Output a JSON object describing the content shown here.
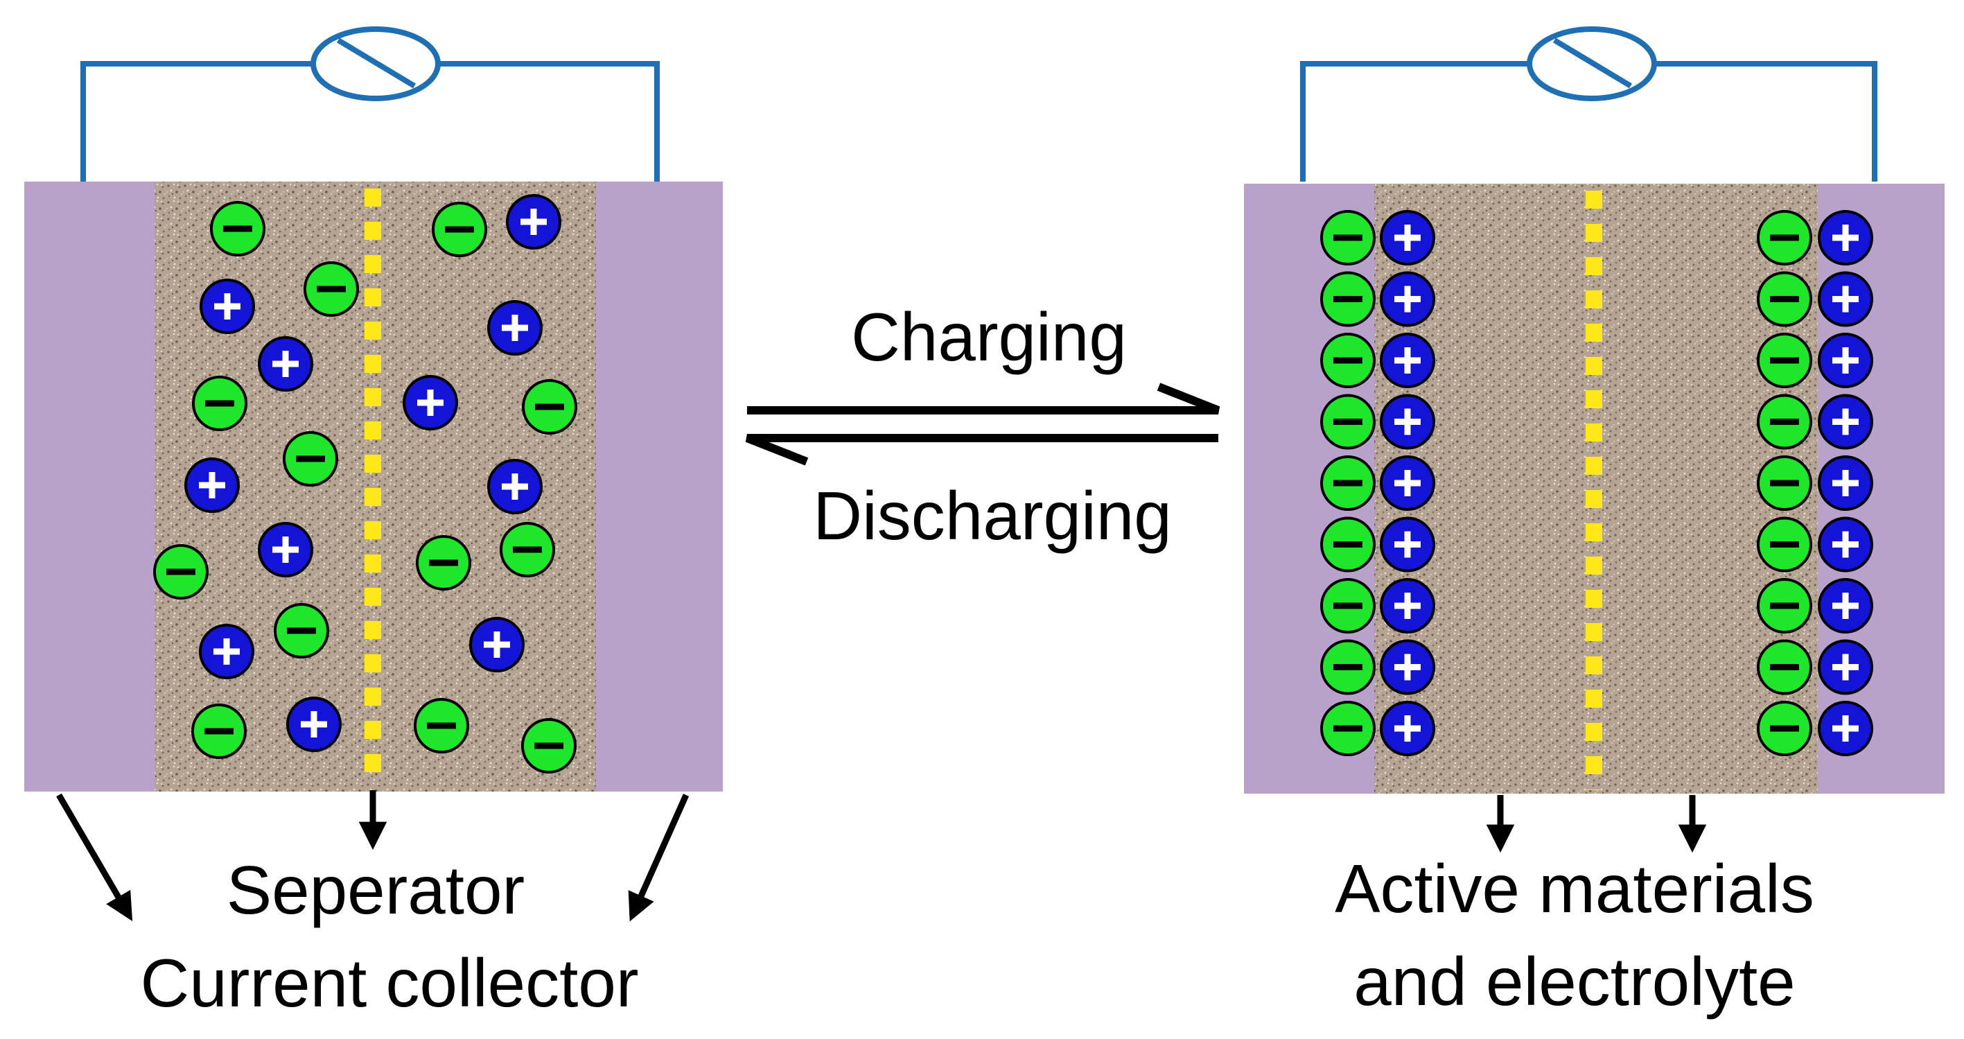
{
  "labels": {
    "charging": "Charging",
    "discharging": "Discharging",
    "separator": "Seperator",
    "current_collector": "Current collector",
    "active_line1": "Active materials",
    "active_line2": "and electrolyte"
  },
  "ion_signs": {
    "anion": "−",
    "cation": "+"
  },
  "colors": {
    "collector": "#b8a2cc",
    "electrolyte": "#b4a491",
    "electrolyte_speckle_dark": "#6f6255",
    "electrolyte_speckle_light": "#e2d8cc",
    "separator": "#ffe81a",
    "anion_fill": "#1ee62a",
    "cation_fill": "#1414d6",
    "wire": "#1f6fb4",
    "arrow": "#000000"
  },
  "icons": {
    "meter": "galvanometer-icon"
  },
  "states": {
    "discharged": {
      "ions_distribution": "random"
    },
    "charged": {
      "ions_distribution": "double-layer",
      "pairs_per_electrode": 9
    }
  }
}
